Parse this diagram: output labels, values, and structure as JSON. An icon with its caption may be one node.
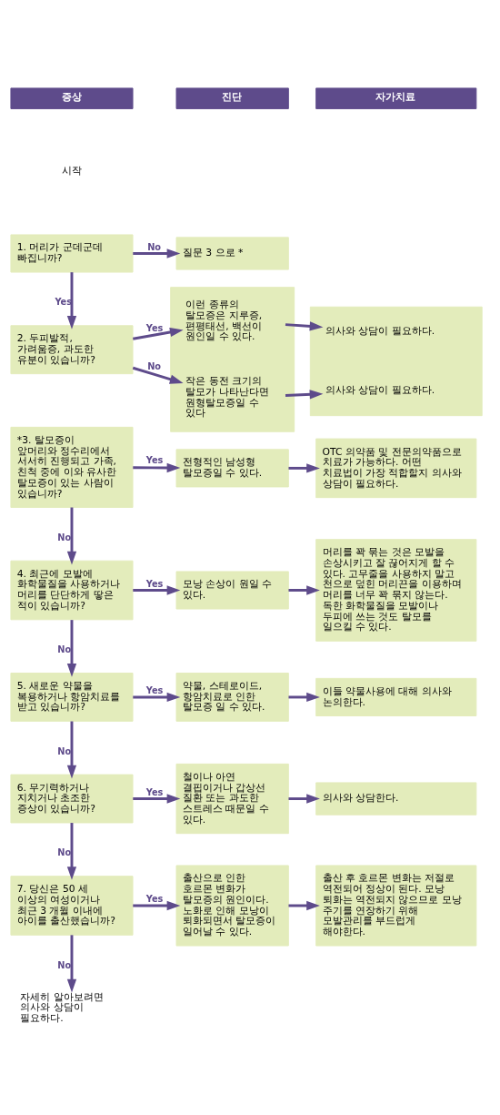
{
  "diagram": {
    "nodes": [
      {
        "text": [
          "증상"
        ]
      },
      {
        "text": [
          "진단"
        ]
      },
      {
        "text": [
          "자가치료"
        ]
      },
      {
        "text": [
          "1. 머리가 군데군데 빠집니까?"
        ]
      },
      {
        "text": [
          "질문 3 으로 *"
        ]
      },
      {
        "text": [
          "2. 두피발적, 가려움증, 과도한 유분이 있습니까?"
        ]
      },
      {
        "text": [],
        "shape": "box"
      },
      {
        "text": [
          "이런 종류의 탈모증은 지루증, 편평태선, 백선이 원인일 수 있다."
        ],
        "in": 6
      },
      {
        "text": [
          "작은 동전 크기의 탈모가 나타난다면 원형탈모증일 수 있다"
        ],
        "in": 6
      },
      {
        "text": [],
        "shape": "box"
      },
      {
        "text": [
          "의사와 상담이 필요하다."
        ],
        "in": 9
      },
      {
        "text": [
          "의사와 상담이 필요하다."
        ],
        "in": 9
      },
      {
        "text": [
          "*3. 탈모증이 앞머리와 정수리에서 서서히 진행되고 가족, 친척 중에 이와 유사한 탈모증이 있는 사람이 있습니까?"
        ]
      },
      {
        "text": [
          "전형적인 남성형 탈모증일 수 있다."
        ]
      },
      {
        "text": [
          "OTC 의약품 및 전문의약품으로 치료가 가능하다. 어떤 치료법이 가장 적합할지 의사와 상담이 필요하다."
        ]
      },
      {
        "text": [
          "4. 최근에 모발에 화학물질을 사용하거나 머리를 단단하게 땋은 적이 있습니까?"
        ]
      },
      {
        "text": [
          "모낭 손상이 원일 수 있다."
        ]
      },
      {
        "text": [
          "머리를 꽉 묶는 것은 모발을 손상시키고 잘 끊어지게 할 수 있다. 고무줄을 사용하지 말고 천으로 덮힌 머리끈을 이용하며 머리를 너무 꽉 묶지 않는다. 독한 화학물질을 모발이나 두피에 쓰는 것도 탈모를 일으킬 수 있다."
        ]
      },
      {
        "text": [
          "5. 새로운 약물을 복용하거나 항암치료를 받고 있습니까?"
        ]
      },
      {
        "text": [
          "약물, 스테로이드, 항암치료로 인한 탈모증 일 수 있다."
        ]
      },
      {
        "text": [
          "이들 약물사용에 대해 의사와 논의한다."
        ]
      },
      {
        "text": [
          "6. 무기력하거나 지치거나 초조한 증상이 있습니까?"
        ]
      },
      {
        "text": [
          "철이나 아연 결핍이거나 갑상선 질환 또는 과도한 스트레스 때문일 수 있다."
        ]
      },
      {
        "text": [
          "의사와 상담한다."
        ]
      },
      {
        "text": [
          "7. 당신은 50 세 이상의 여성이거나 최근 3 개월 이내에 아이를 출산했습니까?"
        ]
      },
      {
        "text": [
          "출산으로 인한 호르몬 변화가 탈모증의 원인이다. 노화로 인해 모낭이 퇴화되면서 탈모증이 일어날 수 있다."
        ]
      },
      {
        "text": [
          "출산 후 호르몬 변화는 저절로 역전되어 정상이 된다. 모낭 퇴화는 역전되지 않으므로 모낭 주기를 연장하기 위해 모발관리를 부드럽게 해야한다."
        ]
      },
      {
        "text": [
          "자세히 알아보려면 의사와 상담이 필요하다."
        ]
      }
    ],
    "edges": [
      {
        "from": 3,
        "to": 4,
        "arrow": "to",
        "label": "No"
      },
      {
        "from": 3,
        "to": 5,
        "arrow": "to",
        "label": "Yes"
      },
      {
        "from": 5,
        "to": 7,
        "arrow": "to",
        "label": "Yes"
      },
      {
        "from": 5,
        "to": 8,
        "arrow": "to",
        "label": "No"
      },
      {
        "from": 7,
        "to": 10,
        "arrow": "to"
      },
      {
        "from": 8,
        "to": 11,
        "arrow": "to"
      },
      {
        "from": 12,
        "to": 13,
        "arrow": "to",
        "label": "Yes"
      },
      {
        "from": 13,
        "to": 14,
        "arrow": "to"
      },
      {
        "from": 12,
        "to": 15,
        "arrow": "to",
        "label": "No"
      },
      {
        "from": 15,
        "to": 16,
        "arrow": "to",
        "label": "Yes"
      },
      {
        "from": 16,
        "to": 17,
        "arrow": "to"
      },
      {
        "from": 15,
        "to": 18,
        "arrow": "to",
        "label": "No"
      },
      {
        "from": 18,
        "to": 19,
        "arrow": "to",
        "label": "Yes"
      },
      {
        "from": 19,
        "to": 20,
        "arrow": "to"
      },
      {
        "from": 18,
        "to": 21,
        "arrow": "to",
        "label": "No"
      },
      {
        "from": 21,
        "to": 22,
        "arrow": "to",
        "label": "Yes"
      },
      {
        "from": 22,
        "to": 23,
        "arrow": "to"
      },
      {
        "from": 21,
        "to": 24,
        "arrow": "to",
        "label": "No"
      },
      {
        "from": 24,
        "to": 25,
        "arrow": "to",
        "label": "Yes"
      },
      {
        "from": 25,
        "to": 26,
        "arrow": "to"
      },
      {
        "from": 24,
        "to": 27,
        "arrow": "to",
        "label": "No"
      }
    ],
    "labels": [
      "시작"
    ]
  }
}
